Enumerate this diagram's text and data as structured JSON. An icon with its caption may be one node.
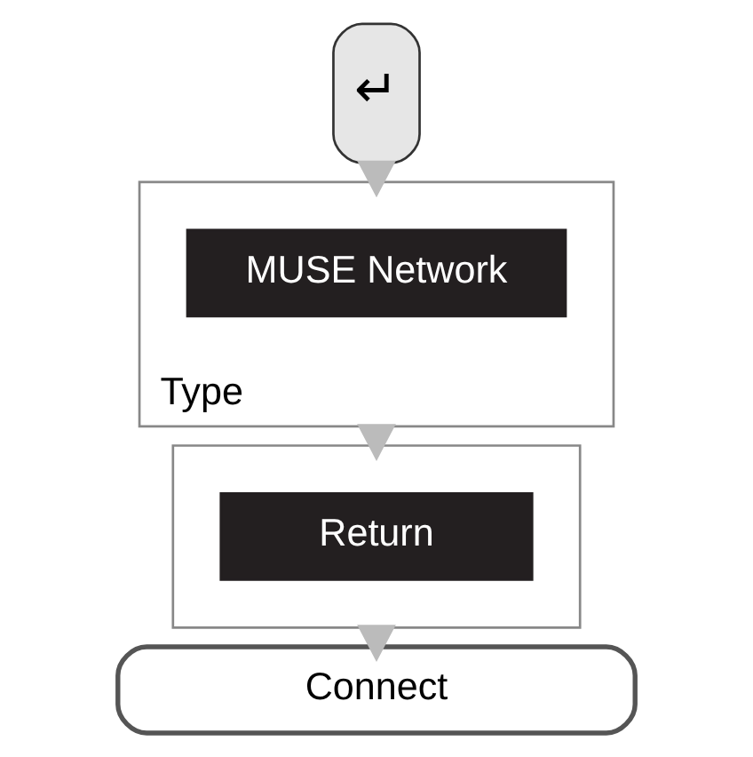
{
  "diagram": {
    "nodes": [
      {
        "text": [
          "↵"
        ]
      },
      {
        "text": [
          "Type"
        ]
      },
      {
        "text": [
          "MUSE Network"
        ],
        "in": 1
      },
      {
        "text": [],
        "shape": "box"
      },
      {
        "text": [
          "Return"
        ],
        "in": 3
      },
      {
        "text": [
          "Connect"
        ]
      }
    ],
    "edges": [
      {
        "from": 0,
        "to": 1,
        "arrow": "to"
      },
      {
        "from": 1,
        "to": 3,
        "arrow": "to"
      },
      {
        "from": 3,
        "to": 5,
        "arrow": "to"
      }
    ]
  }
}
